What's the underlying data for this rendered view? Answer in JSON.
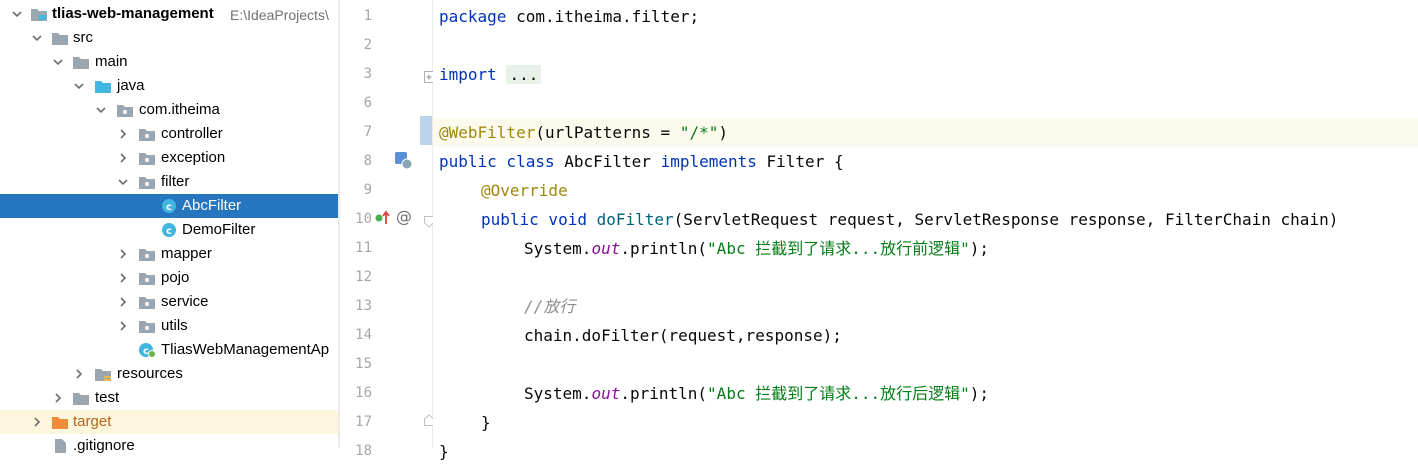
{
  "tree": {
    "project_name": "tlias-web-management",
    "project_path": "E:\\IdeaProjects\\",
    "items": [
      {
        "label": "src"
      },
      {
        "label": "main"
      },
      {
        "label": "java"
      },
      {
        "label": "com.itheima"
      },
      {
        "label": "controller"
      },
      {
        "label": "exception"
      },
      {
        "label": "filter"
      },
      {
        "label": "AbcFilter"
      },
      {
        "label": "DemoFilter"
      },
      {
        "label": "mapper"
      },
      {
        "label": "pojo"
      },
      {
        "label": "service"
      },
      {
        "label": "utils"
      },
      {
        "label": "TliasWebManagementAp"
      },
      {
        "label": "resources"
      },
      {
        "label": "test"
      },
      {
        "label": "target"
      },
      {
        "label": ".gitignore"
      }
    ],
    "selected": "AbcFilter",
    "icons": {
      "folder": "folder-icon",
      "package": "package-icon",
      "class": "class-icon",
      "spring_boot": "spring-boot-app-icon",
      "module": "module-icon"
    }
  },
  "editor": {
    "line_numbers": [
      "1",
      "2",
      "3",
      "6",
      "7",
      "8",
      "9",
      "10",
      "11",
      "12",
      "13",
      "14",
      "15",
      "16",
      "17",
      "18"
    ],
    "current_line": "7",
    "code": {
      "l1_kw": "package",
      "l1_rest": " com.itheima.filter;",
      "l3_kw": "import",
      "l3_fold": "...",
      "l7_ann": "@WebFilter",
      "l7_a": "(urlPatterns = ",
      "l7_str": "\"/*\"",
      "l7_b": ")",
      "l8_kw1": "public class",
      "l8_a": " AbcFilter ",
      "l8_kw2": "implements",
      "l8_b": " Filter {",
      "l9_ann": "@Override",
      "l10_kw": "public void",
      "l10_fn": "doFilter",
      "l10_rest": "(ServletRequest request, ServletResponse response, FilterChain chain)",
      "l11_a": "System.",
      "l11_st": "out",
      "l11_b": ".println(",
      "l11_str": "\"Abc 拦截到了请求...放行前逻辑\"",
      "l11_c": ");",
      "l13_cm": "//放行",
      "l14": "chain.doFilter(request,response);",
      "l16_a": "System.",
      "l16_st": "out",
      "l16_b": ".println(",
      "l16_str": "\"Abc 拦截到了请求...放行后逻辑\"",
      "l16_c": ");",
      "l17": "}",
      "l18": "}"
    },
    "colors": {
      "keyword": "#0033b3",
      "annotation": "#9e880d",
      "string": "#067d17",
      "static_field": "#871094",
      "comment": "#8c8c8c",
      "method": "#00627a",
      "selection": "#2675bf"
    },
    "gutter_icons": {
      "line8": "filter-class-icon",
      "line10_a": "implements-method-up-arrow-icon",
      "line10_b": "override-at-icon"
    }
  }
}
